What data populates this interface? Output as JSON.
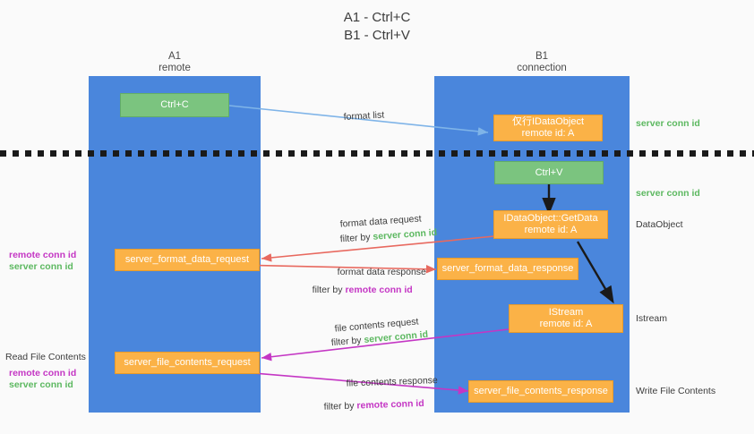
{
  "title": "A1 - Ctrl+C\nB1 - Ctrl+V",
  "lanes": [
    {
      "name": "A1",
      "sub": "remote"
    },
    {
      "name": "B1",
      "sub": "connection"
    }
  ],
  "nodes": {
    "ctrl_c": {
      "line1": "Ctrl+C",
      "line2": "",
      "color": "#7bc47f"
    },
    "idataobject": {
      "line1": "仅行IDataObject",
      "line2": "remote id: A",
      "color": "#fbb247"
    },
    "ctrl_v": {
      "line1": "Ctrl+V",
      "line2": "",
      "color": "#7bc47f"
    },
    "getdata": {
      "line1": "IDataObject::GetData",
      "line2": "remote id: A",
      "color": "#fbb247"
    },
    "format_data_request": {
      "line1": "server_format_data_request",
      "line2": "",
      "color": "#fbb247"
    },
    "format_data_response": {
      "line1": "server_format_data_response",
      "line2": "",
      "color": "#fbb247"
    },
    "istream": {
      "line1": "IStream",
      "line2": "remote id: A",
      "color": "#fbb247"
    },
    "file_contents_request": {
      "line1": "server_file_contents_request",
      "line2": "",
      "color": "#fbb247"
    },
    "file_contents_response": {
      "line1": "server_file_contents_response",
      "line2": "",
      "color": "#fbb247"
    }
  },
  "edge_labels": {
    "format_list": "format list",
    "format_data_request": "format data request",
    "format_data_request_filter_prefix": "filter by ",
    "format_data_request_filter_key": "server conn id",
    "format_data_response": "format data response",
    "format_data_response_filter_prefix": "filter by ",
    "format_data_response_filter_key": "remote conn id",
    "file_contents_request": "file contents request",
    "file_contents_request_filter_prefix": "filter by ",
    "file_contents_request_filter_key": "server conn id",
    "file_contents_response": "file contents response",
    "file_contents_response_filter_prefix": "filter by ",
    "file_contents_response_filter_key": "remote conn id"
  },
  "annotations": {
    "right_server_conn_id_top": "server conn id",
    "right_server_conn_id_mid": "server conn id",
    "right_dataobject": "DataObject",
    "right_istream": "Istream",
    "right_write_file_contents": "Write File Contents",
    "left_remote_conn_id_1": "remote conn id",
    "left_server_conn_id_1": "server conn id",
    "left_read_file_contents": "Read File Contents",
    "left_remote_conn_id_2": "remote conn id",
    "left_server_conn_id_2": "server conn id"
  },
  "colors": {
    "lane": "#4a86dc",
    "orange": "#fbb247",
    "green_box": "#7bc47f",
    "green_text": "#5cb860",
    "magenta_text": "#c436c4",
    "arrow_blue": "#7fb4e8",
    "arrow_red": "#e8695f",
    "arrow_magenta": "#c436c4",
    "arrow_black": "#1a1a1a",
    "background": "#fafafa"
  }
}
